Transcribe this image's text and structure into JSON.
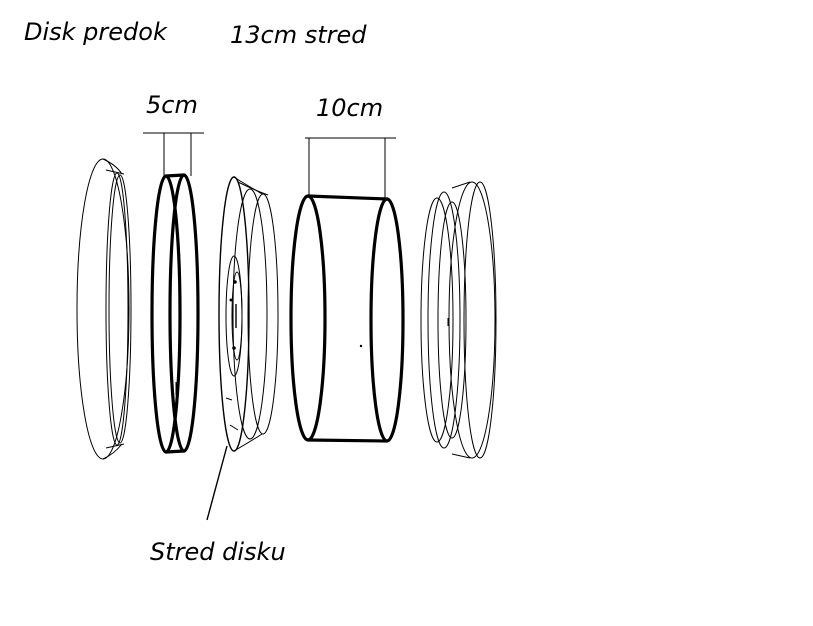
{
  "labels": {
    "disk_predok": "Disk predok",
    "center_13cm": "13cm stred",
    "dim_5cm": "5cm",
    "dim_10cm": "10cm",
    "stred_disku": "Stred disku"
  },
  "colors": {
    "ink": "#000000",
    "background": "#ffffff"
  }
}
